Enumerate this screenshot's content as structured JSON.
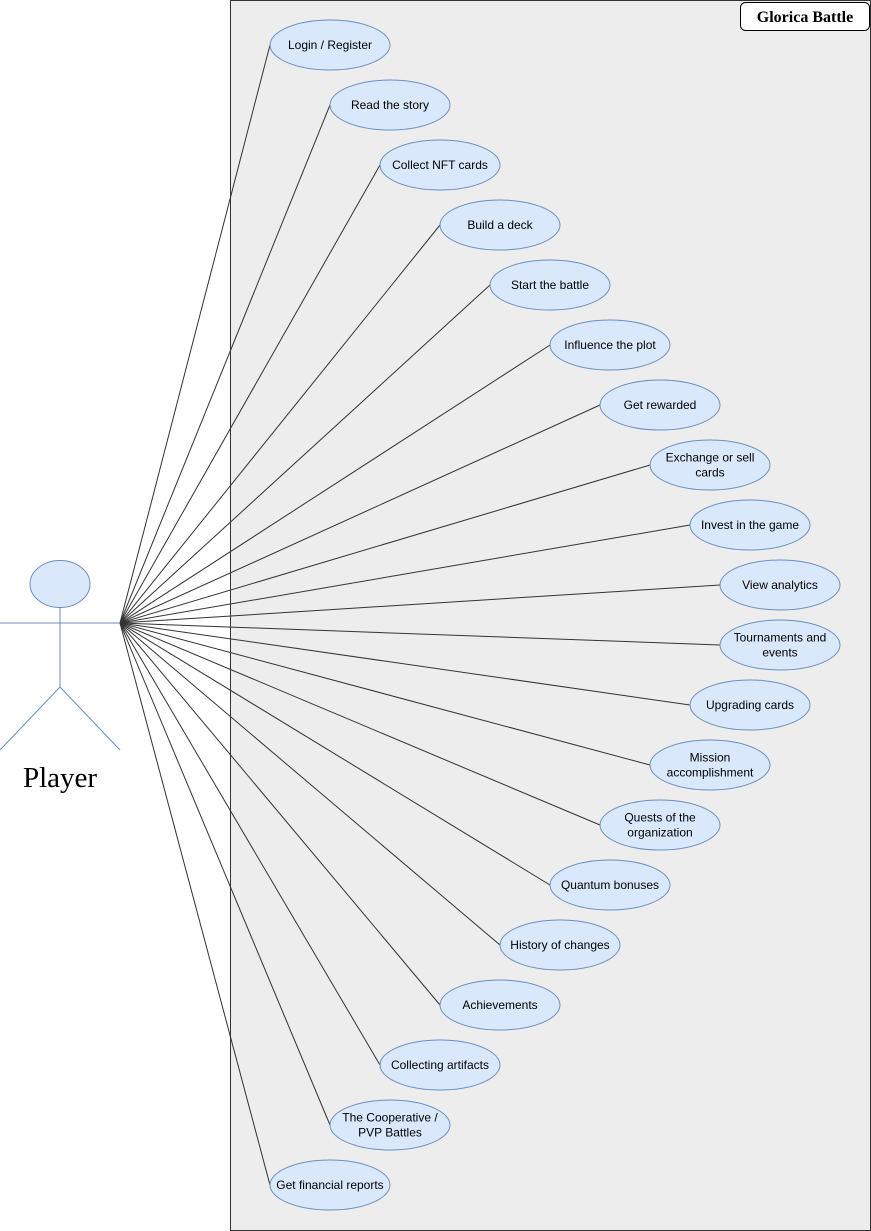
{
  "system": {
    "title": "Glorica Battle"
  },
  "actor": {
    "name": "Player"
  },
  "use_cases": [
    {
      "lines": [
        "Login / Register"
      ]
    },
    {
      "lines": [
        "Read the story"
      ]
    },
    {
      "lines": [
        "Collect NFT cards"
      ]
    },
    {
      "lines": [
        "Build a deck"
      ]
    },
    {
      "lines": [
        "Start the battle"
      ]
    },
    {
      "lines": [
        "Influence the plot"
      ]
    },
    {
      "lines": [
        "Get rewarded"
      ]
    },
    {
      "lines": [
        "Exchange or sell",
        "cards"
      ]
    },
    {
      "lines": [
        "Invest in the game"
      ]
    },
    {
      "lines": [
        "View analytics"
      ]
    },
    {
      "lines": [
        "Tournaments and",
        "events"
      ]
    },
    {
      "lines": [
        "Upgrading cards"
      ]
    },
    {
      "lines": [
        "Mission",
        "accomplishment"
      ]
    },
    {
      "lines": [
        "Quests of the",
        "organization"
      ]
    },
    {
      "lines": [
        "Quantum bonuses"
      ]
    },
    {
      "lines": [
        "History of changes"
      ]
    },
    {
      "lines": [
        "Achievements"
      ]
    },
    {
      "lines": [
        "Collecting artifacts"
      ]
    },
    {
      "lines": [
        "The Cooperative /",
        "PVP Battles"
      ]
    },
    {
      "lines": [
        "Get financial reports"
      ]
    }
  ],
  "colors": {
    "system_fill": "#ededed",
    "system_stroke": "#333333",
    "usecase_fill": "#dae8fc",
    "usecase_stroke": "#6c8ebf",
    "actor_stroke": "#6c8ebf",
    "association_stroke": "#333333"
  }
}
